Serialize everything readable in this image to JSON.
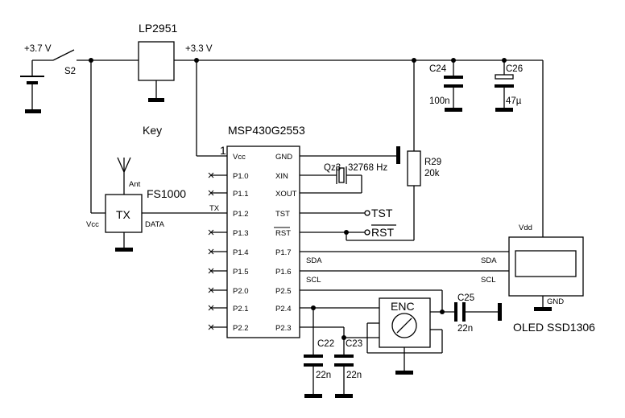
{
  "power": {
    "battery_voltage": "+3.7 V",
    "switch": "S2",
    "regulator": "LP2951",
    "rail_voltage": "+3.3 V",
    "key_label": "Key"
  },
  "mcu": {
    "name": "MSP430G2553",
    "pin1_number": "1",
    "left_pins": [
      "Vcc",
      "P1.0",
      "P1.1",
      "P1.2",
      "P1.3",
      "P1.4",
      "P1.5",
      "P2.0",
      "P2.1",
      "P2.2"
    ],
    "right_pins": [
      "GND",
      "XIN",
      "XOUT",
      "TST",
      "RST",
      "P1.7",
      "P1.6",
      "P2.5",
      "P2.4",
      "P2.3"
    ]
  },
  "transmitter": {
    "name": "FS1000",
    "block_label": "TX",
    "vcc_label": "Vcc",
    "data_label": "DATA",
    "ant_label": "Ant",
    "signal_label": "TX"
  },
  "crystal": {
    "ref": "Qz3",
    "freq": "32768 Hz"
  },
  "test_points": {
    "tst": "TST",
    "rst": "RST"
  },
  "resistor": {
    "ref": "R29",
    "value": "20k"
  },
  "capacitors": [
    {
      "ref": "C24",
      "value": "100n"
    },
    {
      "ref": "C26",
      "value": "47µ"
    },
    {
      "ref": "C25",
      "value": "22n"
    },
    {
      "ref": "C22",
      "value": "22n"
    },
    {
      "ref": "C23",
      "value": "22n"
    }
  ],
  "encoder": {
    "label": "ENC"
  },
  "display": {
    "name": "OLED SSD1306",
    "vdd_label": "Vdd",
    "gnd_label": "GND",
    "sda_label": "SDA",
    "scl_label": "SCL"
  },
  "nets": {
    "sda": "SDA",
    "scl": "SCL"
  }
}
